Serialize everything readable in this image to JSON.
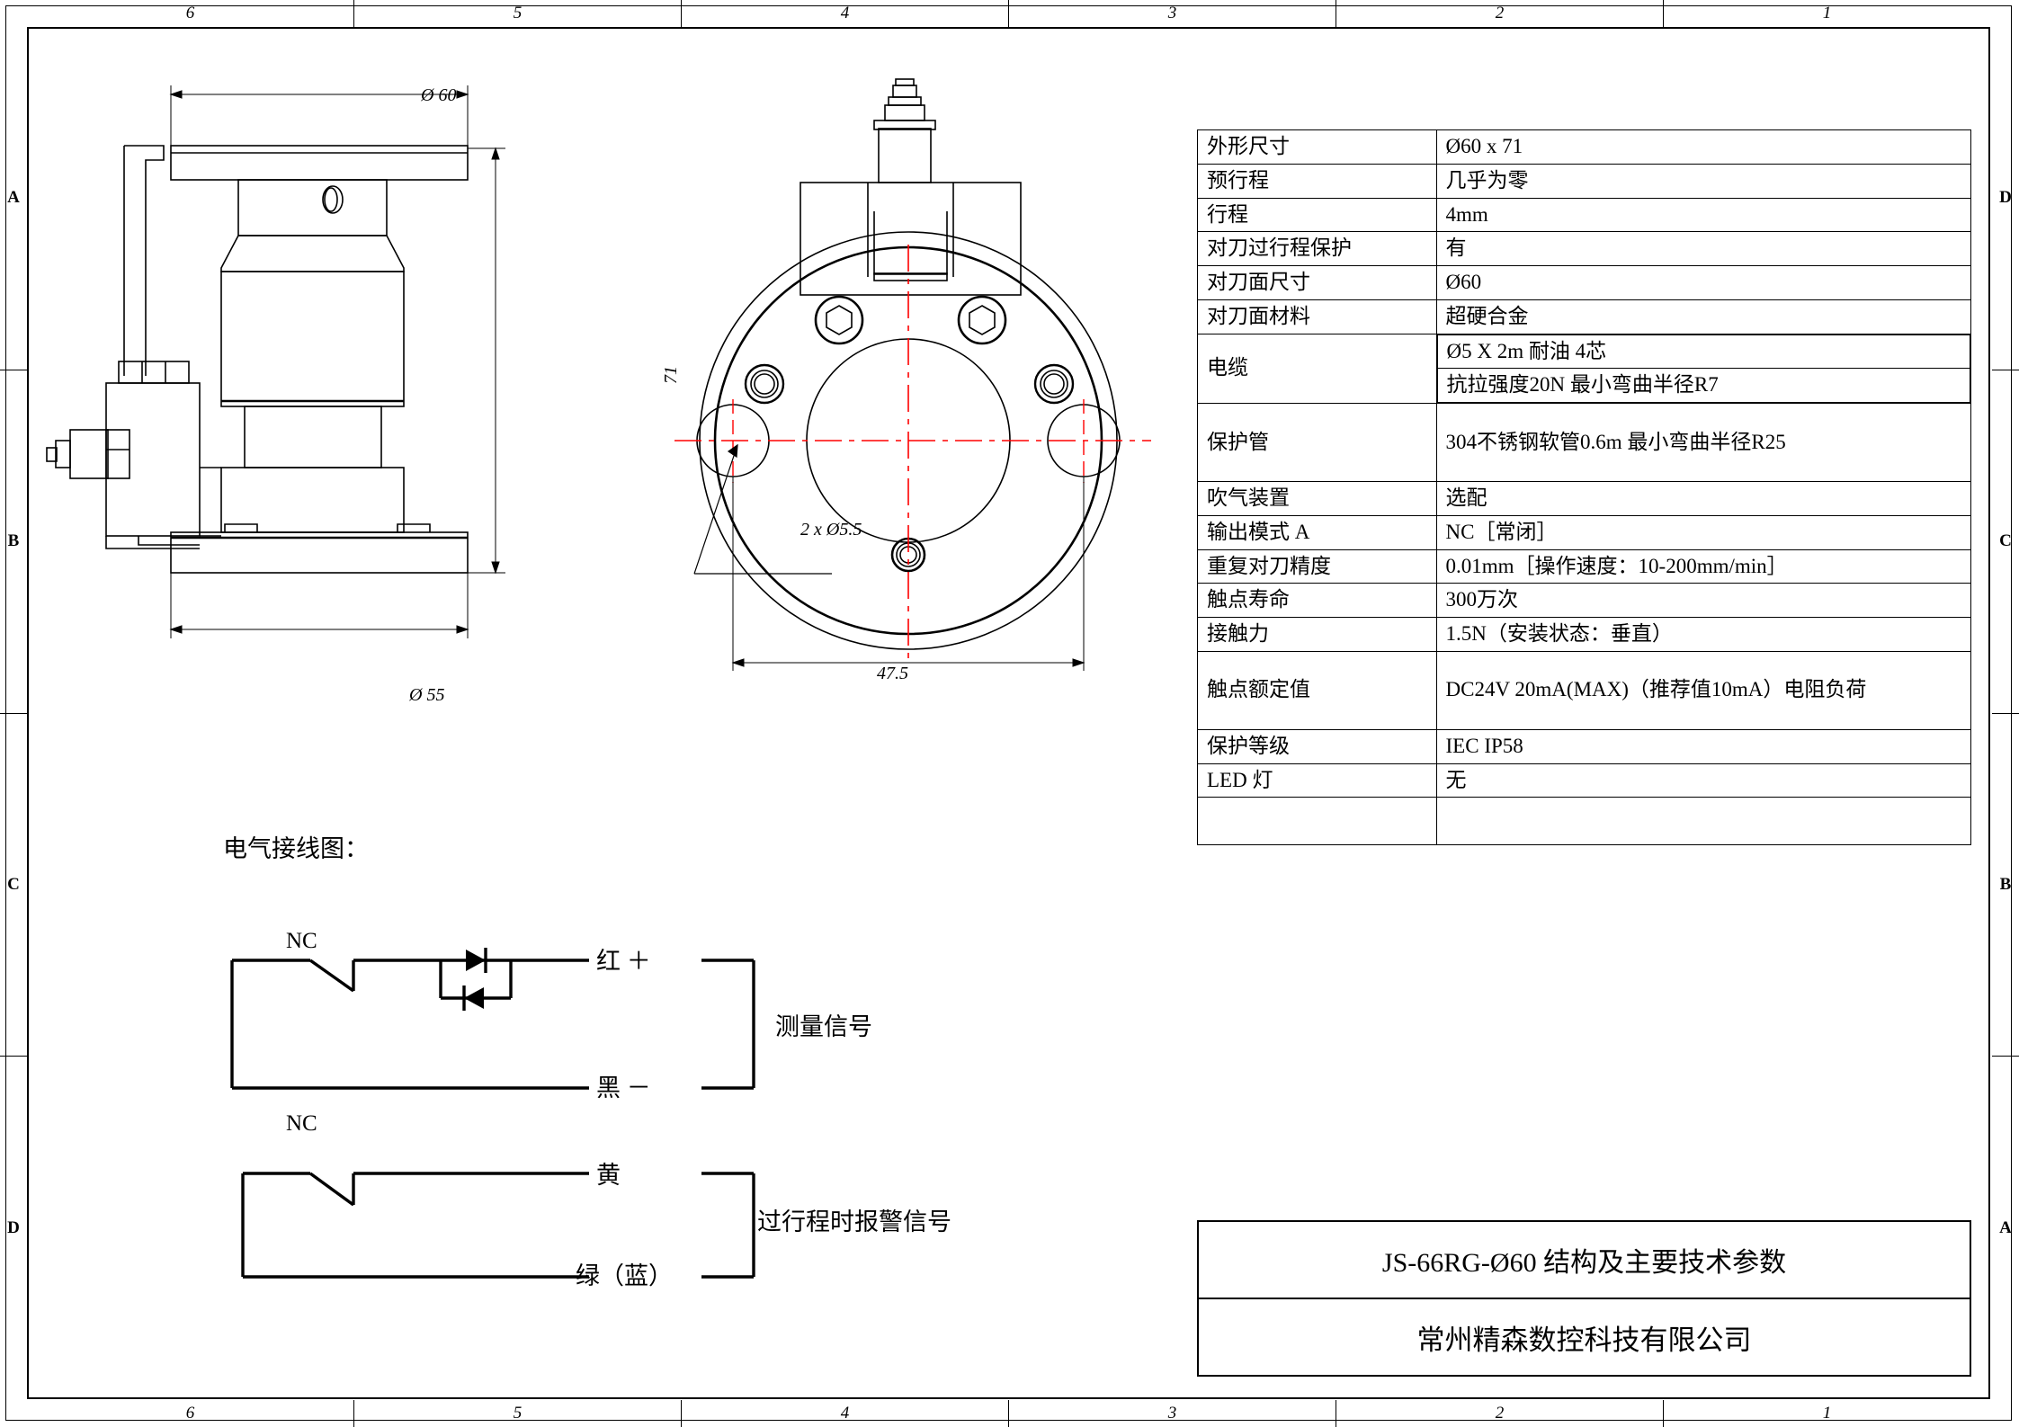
{
  "sheet": {
    "zone_numbers_top": [
      "6",
      "5",
      "4",
      "3",
      "2",
      "1"
    ],
    "zone_numbers_bottom": [
      "6",
      "5",
      "4",
      "3",
      "2",
      "1"
    ],
    "zone_letters_left": [
      "A",
      "B",
      "C",
      "D"
    ],
    "zone_letters_right": [
      "D",
      "C",
      "B",
      "A"
    ],
    "colors": {
      "line": "#000000",
      "centerline": "#ff0000",
      "background": "#ffffff"
    }
  },
  "views": {
    "front_view": {
      "dim_top": "Ø 60",
      "dim_height": "71",
      "dim_bottom": "Ø 55"
    },
    "top_view": {
      "dim_holes": "2 x Ø5.5",
      "dim_width": "47.5"
    }
  },
  "wiring": {
    "heading": "电气接线图：",
    "circuits": [
      {
        "contact_label": "NC",
        "wire_top": "红 ＋",
        "wire_bottom": "黑 －",
        "signal": "测量信号",
        "has_diode": true
      },
      {
        "contact_label": "NC",
        "wire_top": "黄",
        "wire_bottom": "绿（蓝）",
        "signal": "过行程时报警信号",
        "has_diode": false
      }
    ]
  },
  "spec_table": {
    "rows": [
      {
        "key": "外形尺寸",
        "value": "Ø60 x 71"
      },
      {
        "key": "预行程",
        "value": "几乎为零"
      },
      {
        "key": "行程",
        "value": "4mm"
      },
      {
        "key": "对刀过行程保护",
        "value": "有"
      },
      {
        "key": "对刀面尺寸",
        "value": "Ø60"
      },
      {
        "key": "对刀面材料",
        "value": "超硬合金"
      },
      {
        "key": "电缆",
        "value": [
          "Ø5 X 2m 耐油 4芯",
          "抗拉强度20N 最小弯曲半径R7"
        ]
      },
      {
        "key": "保护管",
        "value": "304不锈钢软管0.6m 最小弯曲半径R25"
      },
      {
        "key": "吹气装置",
        "value": "选配"
      },
      {
        "key": "输出模式 A",
        "value": "NC［常闭］"
      },
      {
        "key": "重复对刀精度",
        "value": "0.01mm［操作速度：10-200mm/min］"
      },
      {
        "key": "触点寿命",
        "value": "300万次"
      },
      {
        "key": "接触力",
        "value": "1.5N（安装状态：垂直）"
      },
      {
        "key": "触点额定值",
        "value": "DC24V 20mA(MAX)（推荐值10mA）电阻负荷"
      },
      {
        "key": "保护等级",
        "value": "IEC IP58"
      },
      {
        "key": "LED 灯",
        "value": "无"
      },
      {
        "key": "",
        "value": ""
      }
    ]
  },
  "title_block": {
    "drawing_title": "JS-66RG-Ø60 结构及主要技术参数",
    "company": "常州精森数控科技有限公司"
  }
}
